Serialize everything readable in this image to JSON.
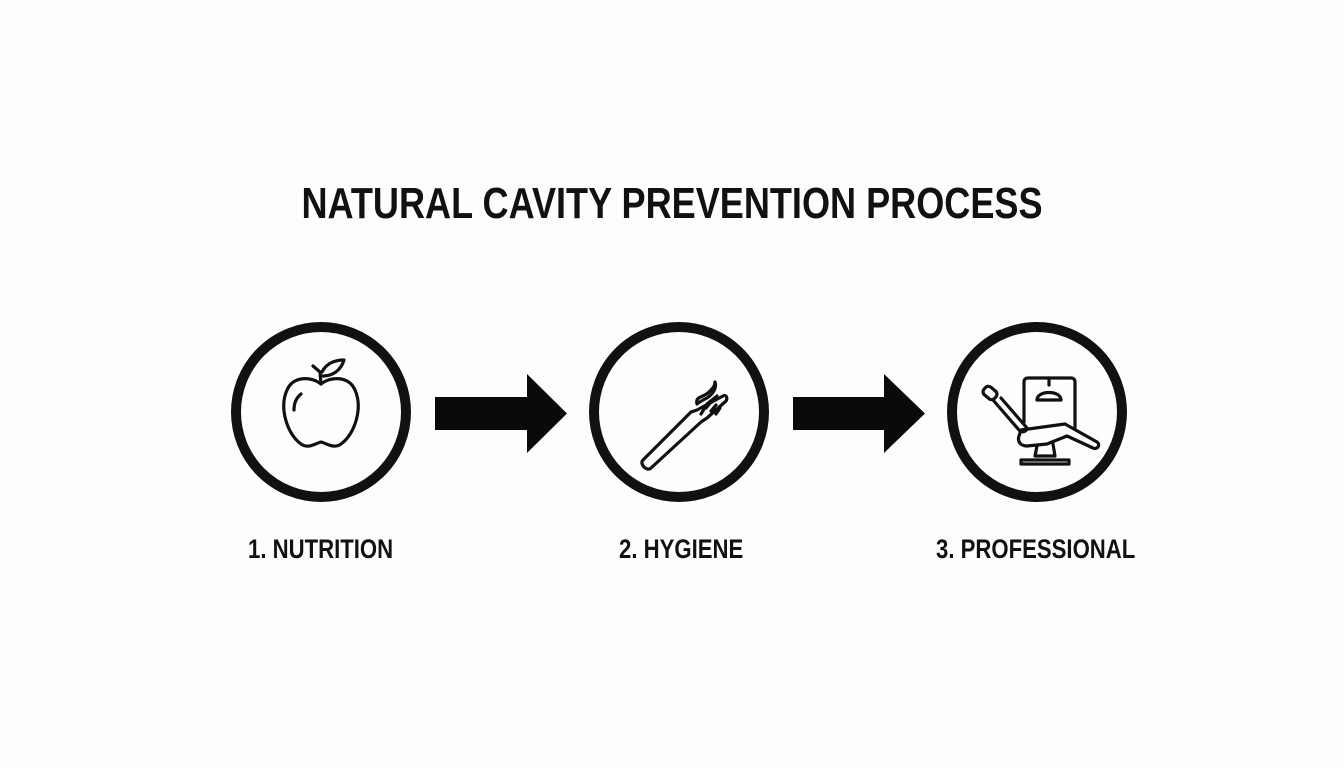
{
  "title": "NATURAL CAVITY PREVENTION PROCESS",
  "colors": {
    "background": "#fdfdfd",
    "ink": "#111111"
  },
  "steps": [
    {
      "number": "1",
      "label": "1. NUTRITION",
      "icon": "apple-icon"
    },
    {
      "number": "2",
      "label": "2. HYGIENE",
      "icon": "toothbrush-icon"
    },
    {
      "number": "3",
      "label": "3. PROFESSIONAL",
      "icon": "dental-chair-icon"
    }
  ],
  "connectors": [
    {
      "from": "1",
      "to": "2",
      "icon": "arrow-right-icon"
    },
    {
      "from": "2",
      "to": "3",
      "icon": "arrow-right-icon"
    }
  ]
}
